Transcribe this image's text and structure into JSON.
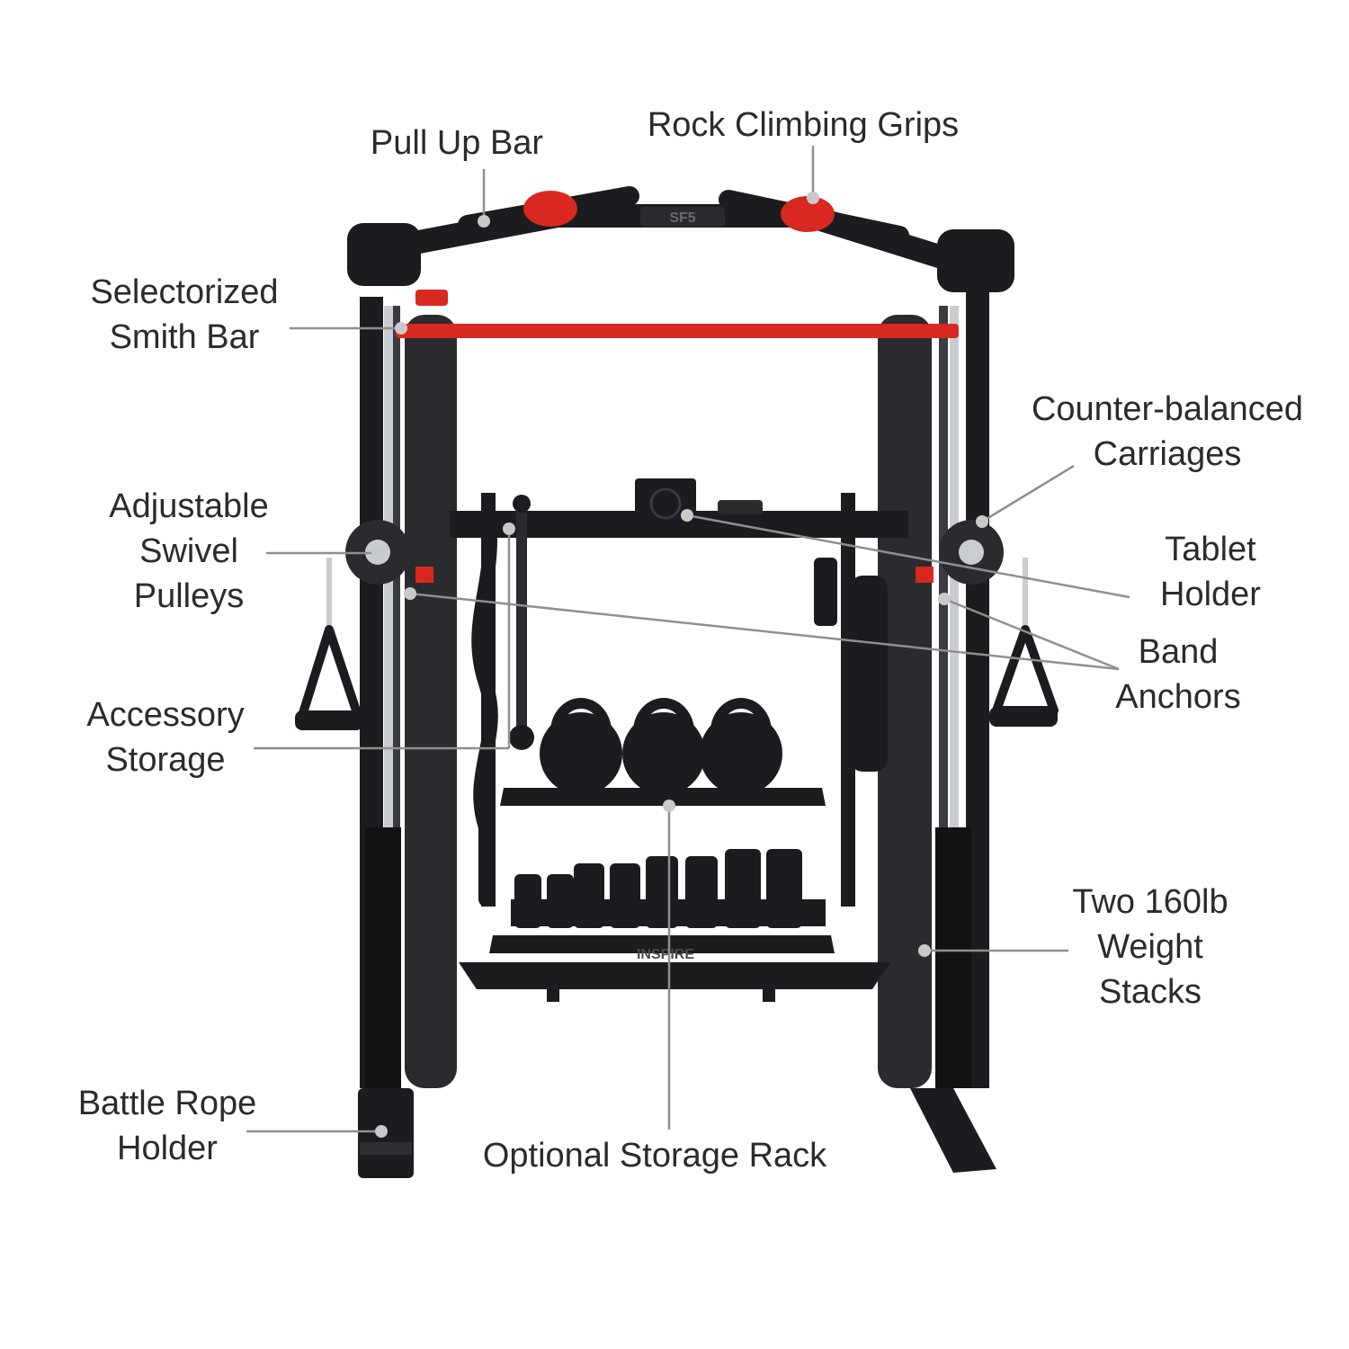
{
  "colors": {
    "frame": "#1b1c1f",
    "frame_mid": "#2a2b2f",
    "accent_red": "#d8281f",
    "silver": "#c9ccd0",
    "leader": "#8f8f8f",
    "text": "#2b2b2b"
  },
  "labels": {
    "pull_up_bar": "Pull Up Bar",
    "rock_climbing_grips": "Rock Climbing Grips",
    "smith_bar": [
      "Selectorized",
      "Smith Bar"
    ],
    "counter_balanced": [
      "Counter-balanced",
      "Carriages"
    ],
    "swivel_pulleys": [
      "Adjustable",
      "Swivel",
      "Pulleys"
    ],
    "tablet_holder": [
      "Tablet",
      "Holder"
    ],
    "band_anchors": [
      "Band",
      "Anchors"
    ],
    "accessory_storage": [
      "Accessory",
      "Storage"
    ],
    "weight_stacks": [
      "Two 160lb",
      "Weight",
      "Stacks"
    ],
    "battle_rope_holder": [
      "Battle Rope",
      "Holder"
    ],
    "storage_rack": "Optional Storage Rack"
  },
  "branding": {
    "top_bar_logo": "SF5",
    "base_logo": "INSPIRE"
  },
  "icons": {
    "kettlebell": "kettlebell-icon",
    "dumbbell": "dumbbell-icon"
  }
}
